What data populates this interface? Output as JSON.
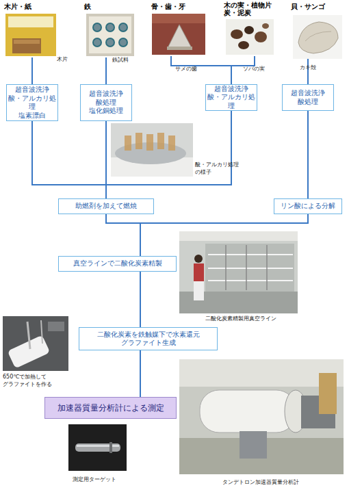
{
  "diagram": {
    "nodes": [
      {
        "text": [
          "木片・紙",
          "木片"
        ]
      },
      {
        "text": [
          "鉄",
          "鉄試料"
        ]
      },
      {
        "text": [
          "骨・歯・牙",
          "サメの歯"
        ]
      },
      {
        "text": [
          "木の実・植物片 炭・泥炭",
          "ソバの実"
        ]
      },
      {
        "text": [
          "貝・サンゴ",
          "カキ殻"
        ]
      },
      {
        "text": [
          "超音波洗浄 酸・アルカリ処理 塩素漂白"
        ]
      },
      {
        "text": [
          "超音波洗浄 酸処理 塩化銅処理"
        ]
      },
      {
        "text": [
          "超音波洗浄 酸・アルカリ処理"
        ]
      },
      {
        "text": [
          "超音波洗浄 酸処理"
        ]
      },
      {
        "text": [
          "助燃剤を加えて燃焼"
        ]
      },
      {
        "text": [
          "リン酸による分解"
        ]
      },
      {
        "text": [
          "真空ラインで二酸化炭素精製"
        ]
      },
      {
        "text": [
          "二酸化炭素を鉄触媒下で水素還元 グラファイト生成"
        ]
      },
      {
        "text": [
          "加速器質量分析計による測定"
        ]
      }
    ],
    "edges": [
      {
        "from": 0,
        "to": 5,
        "arrow": "none"
      },
      {
        "from": 1,
        "to": 6,
        "arrow": "none"
      },
      {
        "from": 2,
        "to": 7,
        "arrow": "none"
      },
      {
        "from": 3,
        "to": 7,
        "arrow": "none"
      },
      {
        "from": 4,
        "to": 8,
        "arrow": "none"
      },
      {
        "from": 5,
        "to": 9,
        "arrow": "none"
      },
      {
        "from": 6,
        "to": 9,
        "arrow": "none"
      },
      {
        "from": 7,
        "to": 9,
        "arrow": "none"
      },
      {
        "from": 8,
        "to": 10,
        "arrow": "none"
      },
      {
        "from": 9,
        "to": 11,
        "arrow": "none"
      },
      {
        "from": 10,
        "to": 11,
        "arrow": "none"
      },
      {
        "from": 11,
        "to": 12,
        "arrow": "none"
      },
      {
        "from": 12,
        "to": 13,
        "arrow": "none"
      }
    ],
    "labels": [
      "酸・アルカリ処理 の様子",
      "二酸化炭素精製用真空ライン",
      "650℃で加熱して グラファイトを作る",
      "測定用ターゲット",
      "タンデトロン加速器質量分析計"
    ]
  }
}
